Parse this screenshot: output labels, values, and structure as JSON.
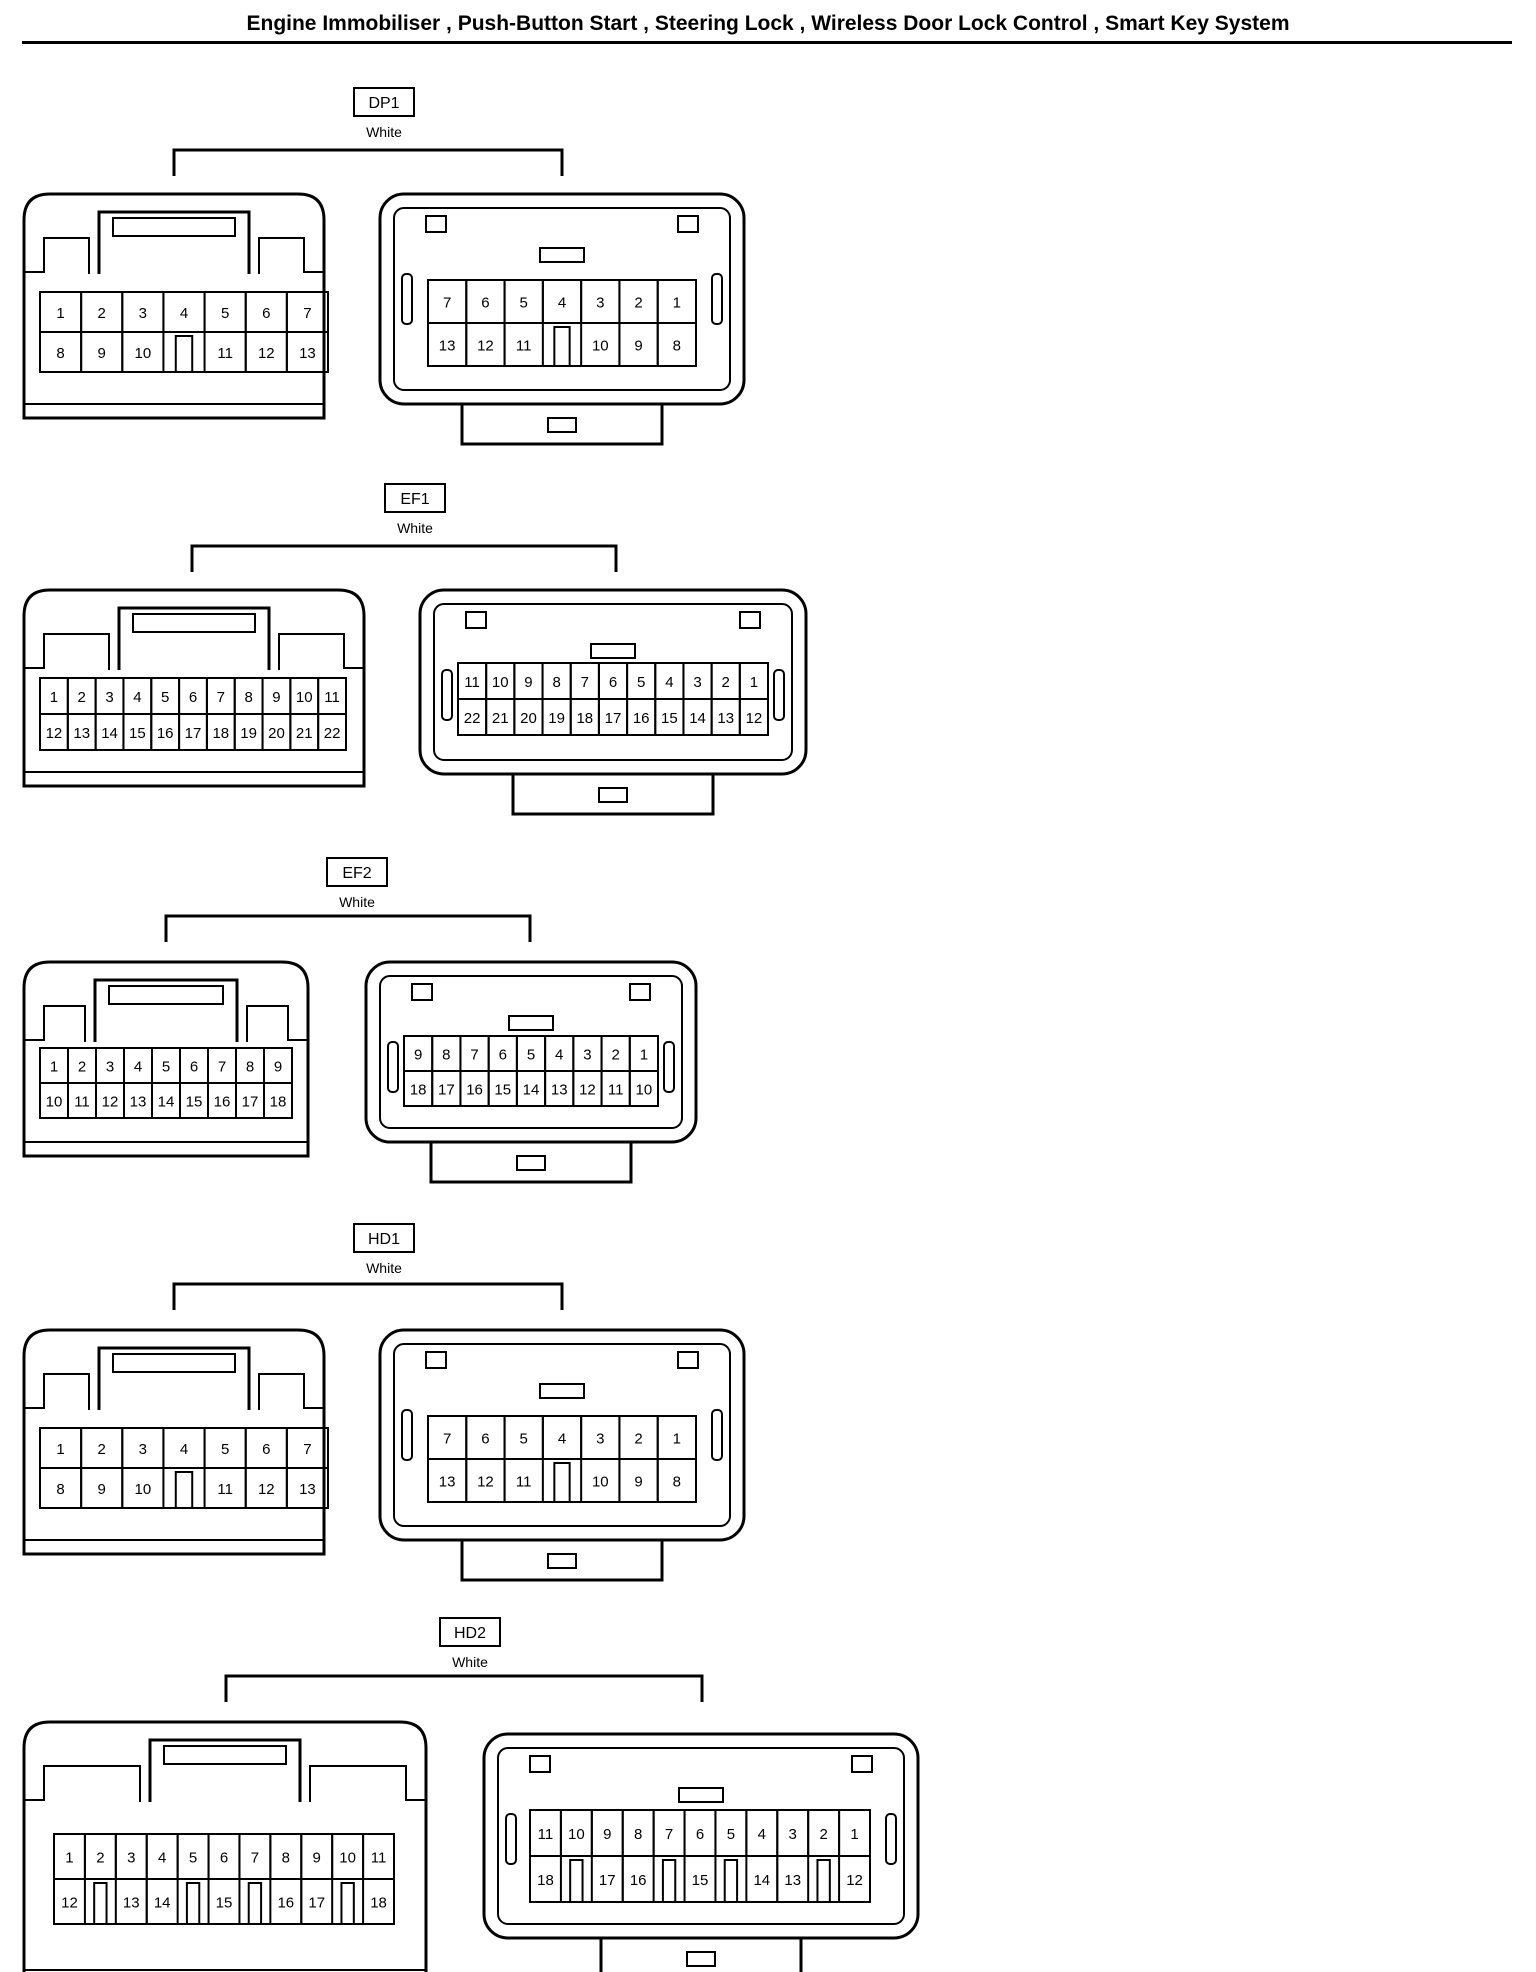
{
  "title": "Engine Immobiliser , Push-Button Start , Steering Lock , Wireless Door Lock Control , Smart Key System",
  "connectors": [
    {
      "id": "DP1",
      "color": "White",
      "left": {
        "top": [
          "1",
          "2",
          "3",
          "4",
          "5",
          "6",
          "7"
        ],
        "bottom": [
          "8",
          "9",
          "10",
          "",
          "11",
          "12",
          "13"
        ]
      },
      "right": {
        "top": [
          "7",
          "6",
          "5",
          "4",
          "3",
          "2",
          "1"
        ],
        "bottom": [
          "13",
          "12",
          "11",
          "",
          "10",
          "9",
          "8"
        ]
      }
    },
    {
      "id": "EF1",
      "color": "White",
      "left": {
        "top": [
          "1",
          "2",
          "3",
          "4",
          "5",
          "6",
          "7",
          "8",
          "9",
          "10",
          "11"
        ],
        "bottom": [
          "12",
          "13",
          "14",
          "15",
          "16",
          "17",
          "18",
          "19",
          "20",
          "21",
          "22"
        ]
      },
      "right": {
        "top": [
          "11",
          "10",
          "9",
          "8",
          "7",
          "6",
          "5",
          "4",
          "3",
          "2",
          "1"
        ],
        "bottom": [
          "22",
          "21",
          "20",
          "19",
          "18",
          "17",
          "16",
          "15",
          "14",
          "13",
          "12"
        ]
      }
    },
    {
      "id": "EF2",
      "color": "White",
      "left": {
        "top": [
          "1",
          "2",
          "3",
          "4",
          "5",
          "6",
          "7",
          "8",
          "9"
        ],
        "bottom": [
          "10",
          "11",
          "12",
          "13",
          "14",
          "15",
          "16",
          "17",
          "18"
        ]
      },
      "right": {
        "top": [
          "9",
          "8",
          "7",
          "6",
          "5",
          "4",
          "3",
          "2",
          "1"
        ],
        "bottom": [
          "18",
          "17",
          "16",
          "15",
          "14",
          "13",
          "12",
          "11",
          "10"
        ]
      }
    },
    {
      "id": "HD1",
      "color": "White",
      "left": {
        "top": [
          "1",
          "2",
          "3",
          "4",
          "5",
          "6",
          "7"
        ],
        "bottom": [
          "8",
          "9",
          "10",
          "",
          "11",
          "12",
          "13"
        ]
      },
      "right": {
        "top": [
          "7",
          "6",
          "5",
          "4",
          "3",
          "2",
          "1"
        ],
        "bottom": [
          "13",
          "12",
          "11",
          "",
          "10",
          "9",
          "8"
        ]
      }
    },
    {
      "id": "HD2",
      "color": "White",
      "left": {
        "top": [
          "1",
          "2",
          "3",
          "4",
          "5",
          "6",
          "7",
          "8",
          "9",
          "10",
          "11"
        ],
        "bottom": [
          "12",
          "",
          "13",
          "14",
          "",
          "15",
          "",
          "16",
          "17",
          "",
          "18"
        ]
      },
      "right": {
        "top": [
          "11",
          "10",
          "9",
          "8",
          "7",
          "6",
          "5",
          "4",
          "3",
          "2",
          "1"
        ],
        "bottom": [
          "18",
          "",
          "17",
          "16",
          "",
          "15",
          "",
          "14",
          "13",
          "",
          "12"
        ]
      }
    }
  ]
}
